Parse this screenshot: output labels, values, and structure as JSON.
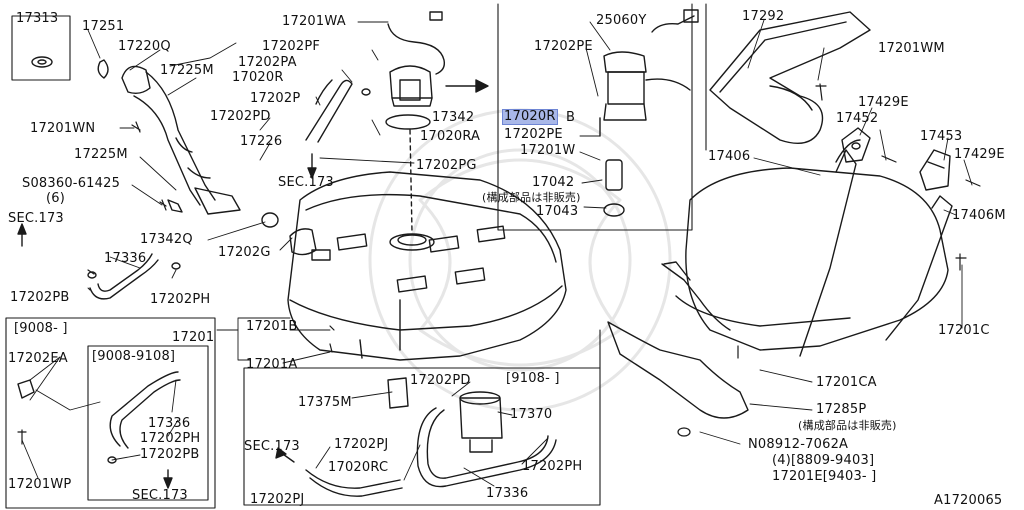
{
  "diagram": {
    "catalog_code": "A1720065",
    "highlighted_part": "17020R",
    "highlight_color": "#a9b8e8",
    "note_not_sold": "(構成部品は非販売)",
    "labels": {
      "p17313": "17313",
      "p17251": "17251",
      "p17220Q": "17220Q",
      "p17225M_a": "17225M",
      "p17201WN": "17201WN",
      "p17225M_b": "17225M",
      "s08360": "S08360-61425",
      "q6": "(6)",
      "sec173_left": "SEC.173",
      "p17342Q": "17342Q",
      "p17336_a": "17336",
      "p17202PB_a": "17202PB",
      "p17202PH_a": "17202PH",
      "p17201WA": "17201WA",
      "p17202PF": "17202PF",
      "p17202PA": "17202PA",
      "p17020R_left": "17020R",
      "p17202P": "17202P",
      "p17202PD_a": "17202PD",
      "p17226": "17226",
      "sec173_mid": "SEC.173",
      "p17202G": "17202G",
      "p17342": "17342",
      "p17020RA": "17020RA",
      "p17202PG": "17202PG",
      "p25060Y": "25060Y",
      "p17202PE_a": "17202PE",
      "p17020R_hl": "17020R",
      "b_suffix": "B",
      "p17202PE_b": "17202PE",
      "p17201W": "17201W",
      "p17042": "17042",
      "p17043": "17043",
      "p17201": "17201",
      "p17201B": "17201B",
      "p17201A": "17201A",
      "box_left_title": "[9008-   ]",
      "box_inner_title": "[9008-9108]",
      "p17202EA": "17202EA",
      "p17336_b": "17336",
      "p17202PH_b": "17202PH",
      "p17202PB_b": "17202PB",
      "sec173_box": "SEC.173",
      "p17201WP": "17201WP",
      "box_mid_title": "[9108-   ]",
      "p17202PD_b": "17202PD",
      "p17375M": "17375M",
      "p17370": "17370",
      "sec173_bottom": "SEC.173",
      "p17202PJ_a": "17202PJ",
      "p17020RC": "17020RC",
      "p17202PJ_b": "17202PJ",
      "p17336_c": "17336",
      "p17202PH_c": "17202PH",
      "p17292": "17292",
      "p17201WM": "17201WM",
      "p17429E_a": "17429E",
      "p17452": "17452",
      "p17453": "17453",
      "p17429E_b": "17429E",
      "p17406": "17406",
      "p17406M": "17406M",
      "p17201C": "17201C",
      "p17201CA": "17201CA",
      "p17285P": "17285P",
      "n08912": "N08912-7062A",
      "n08912_qty": "(4)[8809-9403]",
      "p17201E": "17201E[9403-      ]"
    }
  }
}
